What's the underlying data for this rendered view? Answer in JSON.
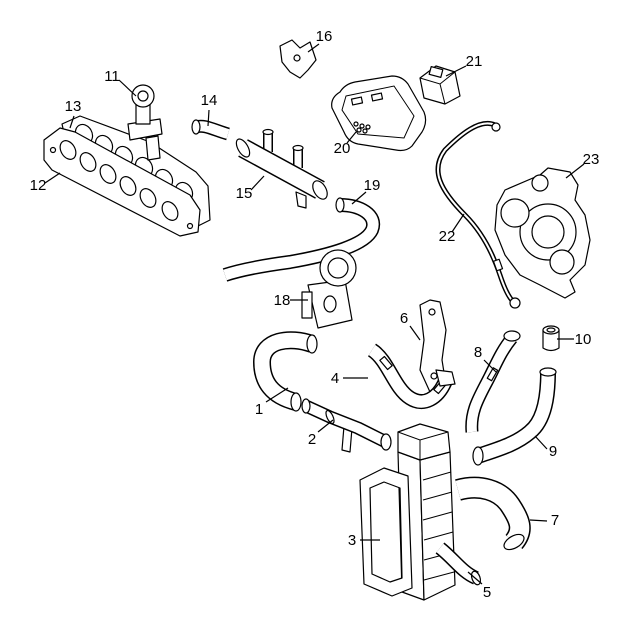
{
  "colors": {
    "line": "#000000",
    "background": "#ffffff"
  },
  "diagram": {
    "callouts": [
      {
        "label": "1"
      },
      {
        "label": "2"
      },
      {
        "label": "3"
      },
      {
        "label": "4"
      },
      {
        "label": "5"
      },
      {
        "label": "6"
      },
      {
        "label": "7"
      },
      {
        "label": "8"
      },
      {
        "label": "9"
      },
      {
        "label": "10"
      },
      {
        "label": "11"
      },
      {
        "label": "12"
      },
      {
        "label": "13"
      },
      {
        "label": "14"
      },
      {
        "label": "15"
      },
      {
        "label": "16"
      },
      {
        "label": "18"
      },
      {
        "label": "19"
      },
      {
        "label": "20"
      },
      {
        "label": "21"
      },
      {
        "label": "22"
      },
      {
        "label": "23"
      }
    ]
  }
}
